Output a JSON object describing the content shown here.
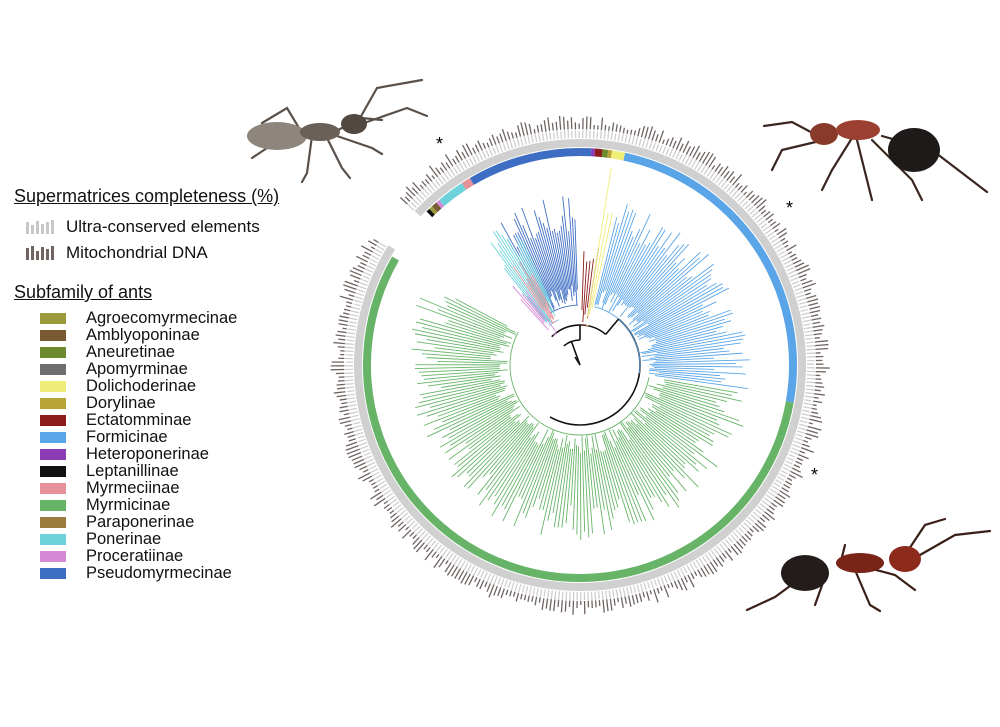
{
  "completeness": {
    "title": "Supermatrices completeness (%)",
    "items": [
      {
        "label": "Ultra-conserved elements",
        "color": "#c8c8c8"
      },
      {
        "label": "Mitochondrial DNA",
        "color": "#6f6462"
      }
    ]
  },
  "subfamily": {
    "title": "Subfamily of ants",
    "items": [
      {
        "label": "Agroecomyrmecinae",
        "color": "#9a9a3a"
      },
      {
        "label": "Amblyoponinae",
        "color": "#7a5a32"
      },
      {
        "label": "Aneuretinae",
        "color": "#6e8a2e"
      },
      {
        "label": "Apomyrminae",
        "color": "#6e6e6e"
      },
      {
        "label": "Dolichoderinae",
        "color": "#f0ec78"
      },
      {
        "label": "Dorylinae",
        "color": "#b7a437"
      },
      {
        "label": "Ectatomminae",
        "color": "#8c1c1c"
      },
      {
        "label": "Formicinae",
        "color": "#5aa5e8"
      },
      {
        "label": "Heteroponerinae",
        "color": "#8a3cb4"
      },
      {
        "label": "Leptanillinae",
        "color": "#111111"
      },
      {
        "label": "Myrmeciinae",
        "color": "#e7919b"
      },
      {
        "label": "Myrmicinae",
        "color": "#67b468"
      },
      {
        "label": "Paraponerinae",
        "color": "#9b7c3c"
      },
      {
        "label": "Ponerinae",
        "color": "#6ed2da"
      },
      {
        "label": "Proceratiinae",
        "color": "#d58ad8"
      },
      {
        "label": "Pseudomyrmecinae",
        "color": "#3e6ec4"
      }
    ]
  },
  "markers": [
    "*",
    "*",
    "*"
  ]
}
